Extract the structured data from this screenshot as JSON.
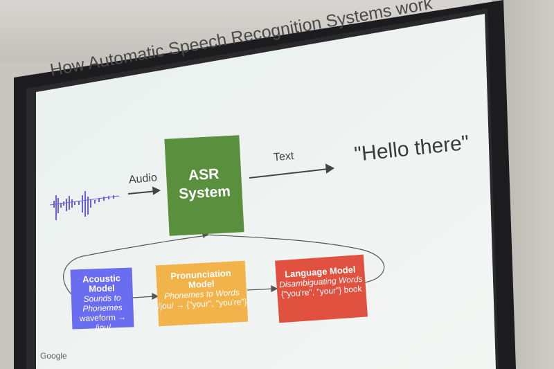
{
  "slide": {
    "title": "How Automatic Speech Recognition Systems work",
    "brand": "Google"
  },
  "flow": {
    "audio_label": "Audio",
    "text_label": "Text",
    "asr_line1": "ASR",
    "asr_line2": "System",
    "output_text": "\"Hello there\""
  },
  "models": {
    "acoustic": {
      "title_line1": "Acoustic",
      "title_line2": "Model",
      "sub_line1": "Sounds to",
      "sub_line2": "Phonemes",
      "example": "waveform → /jou/"
    },
    "pronunciation": {
      "title_line1": "Pronunciation",
      "title_line2": "Model",
      "sub": "Phonemes to Words",
      "example": "/jou/ → {\"your\", \"you're\"}"
    },
    "language": {
      "title": "Language Model",
      "sub": "Disambiguating Words",
      "example": "{\"you're\", \"your\"} book"
    }
  },
  "colors": {
    "asr": "#5a8f3e",
    "acoustic": "#6b6df0",
    "pronunciation": "#f2b34a",
    "language": "#e0513f",
    "waveform": "#6a5fe0"
  }
}
